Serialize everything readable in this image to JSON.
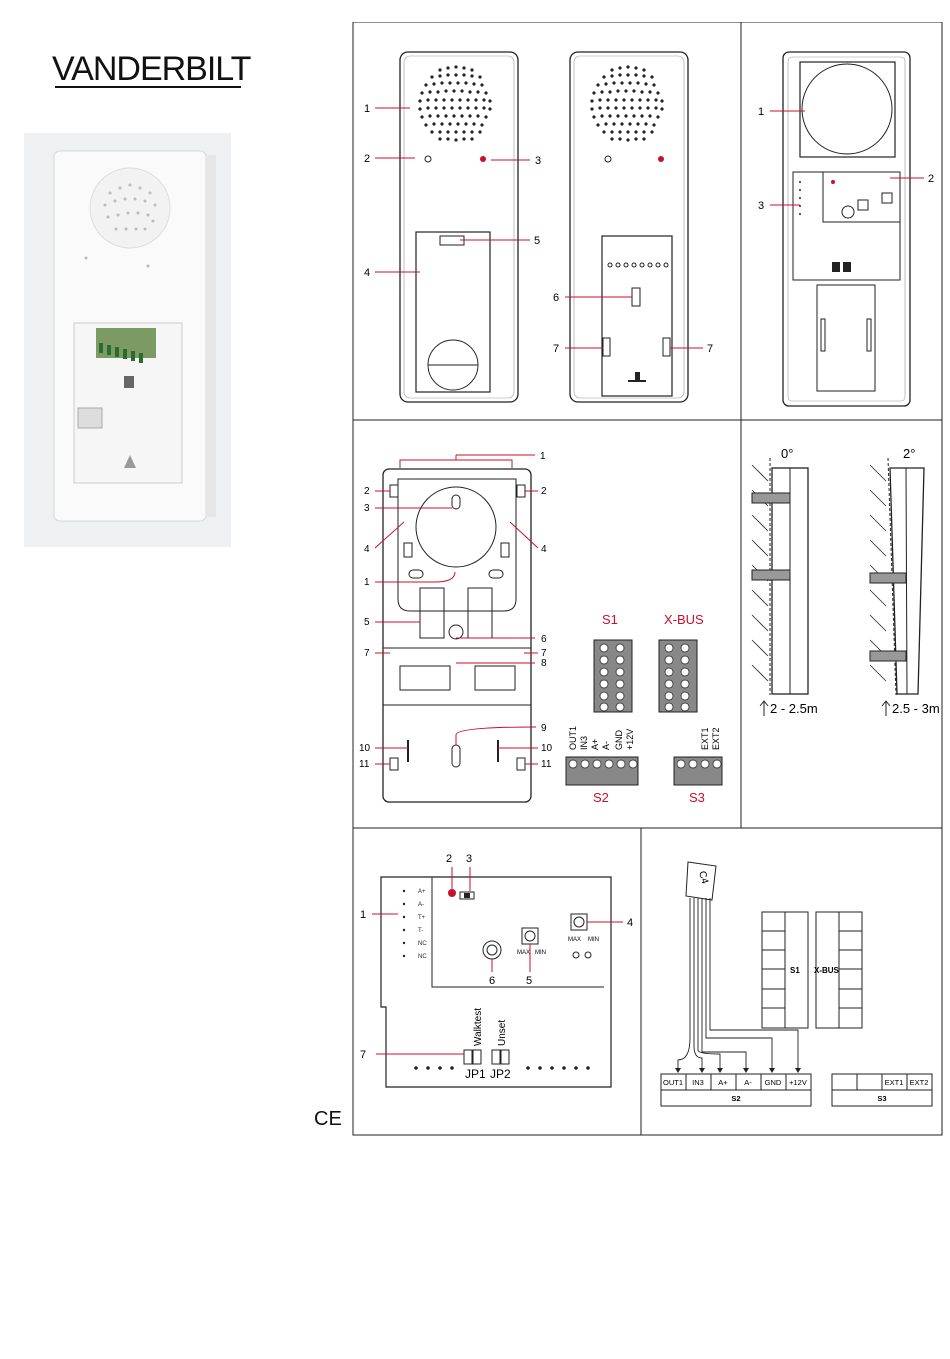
{
  "brand": "VANDERBILT",
  "ce_mark": "CE",
  "panel1": {
    "callouts_left": [
      "1",
      "2",
      "4"
    ],
    "callout_3": "3",
    "callout_5": "5",
    "callout_6": "6",
    "callout_7": "7"
  },
  "panel2": {
    "callouts": [
      "1",
      "2",
      "3"
    ]
  },
  "panel3": {
    "callouts": [
      "1",
      "2",
      "3",
      "4",
      "5",
      "6",
      "7",
      "8",
      "9",
      "10",
      "11"
    ],
    "s1": "S1",
    "xbus": "X-BUS",
    "s2": "S2",
    "s3": "S3",
    "s2_terminals": [
      "OUT1",
      "IN3",
      "A+",
      "A-",
      "GND",
      "+12V"
    ],
    "s3_terminals": [
      "EXT1",
      "EXT2"
    ]
  },
  "panel4": {
    "angle_0": "0°",
    "angle_2": "2°",
    "height_1": "2 - 2.5m",
    "height_2": "2.5 - 3m"
  },
  "panel5": {
    "callouts": [
      "1",
      "2",
      "3",
      "4",
      "5",
      "6",
      "7"
    ],
    "side_terminals": [
      "A+",
      "A-",
      "T+",
      "T-",
      "NC",
      "NC"
    ],
    "max": "MAX",
    "min": "MIN",
    "jp1": "JP1",
    "jp2": "JP2",
    "walktest": "Walktest",
    "unset": "Unset"
  },
  "panel6": {
    "cable": "C4",
    "s1": "S1",
    "xbus": "X-BUS",
    "s2_terminals": [
      "OUT1",
      "IN3",
      "A+",
      "A-",
      "GND",
      "+12V"
    ],
    "s2": "S2",
    "s3_terminals": [
      "",
      "",
      "EXT1",
      "EXT2"
    ],
    "s3": "S3"
  }
}
